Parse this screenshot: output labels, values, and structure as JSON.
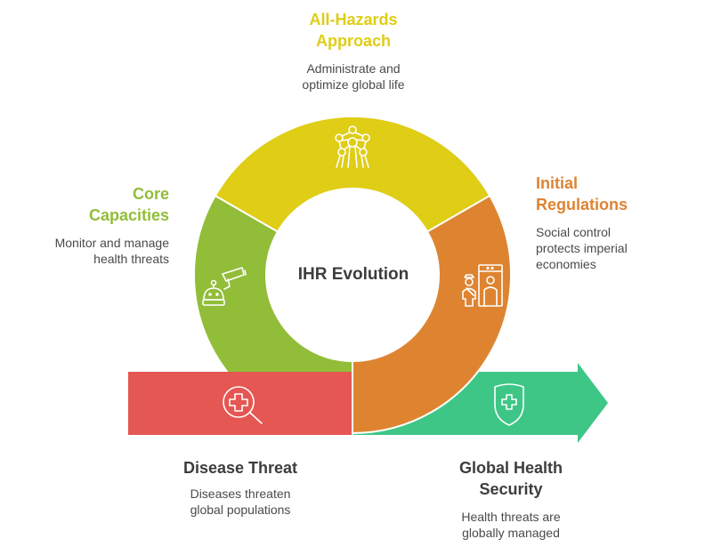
{
  "center": {
    "title": "IHR Evolution"
  },
  "stages": {
    "all_hazards": {
      "title_line1": "All-Hazards",
      "title_line2": "Approach",
      "desc_line1": "Administrate and",
      "desc_line2": "optimize global life",
      "color": "#dfcd16",
      "icon": "atomium-icon"
    },
    "core_capacities": {
      "title_line1": "Core",
      "title_line2": "Capacities",
      "desc_line1": "Monitor and manage",
      "desc_line2": "health threats",
      "color": "#92bd39",
      "icon": "robot-camera-icon"
    },
    "initial_regulations": {
      "title_line1": "Initial",
      "title_line2": "Regulations",
      "desc_line1": "Social control",
      "desc_line2": "protects imperial",
      "desc_line3": "economies",
      "color": "#de8431",
      "icon": "security-scanner-icon"
    },
    "disease_threat": {
      "title": "Disease Threat",
      "desc_line1": "Diseases threaten",
      "desc_line2": "global populations",
      "color": "#e55753",
      "icon": "medical-search-icon"
    },
    "global_health_security": {
      "title_line1": "Global Health",
      "title_line2": "Security",
      "desc_line1": "Health threats are",
      "desc_line2": "globally managed",
      "color": "#3ec687",
      "icon": "health-shield-icon"
    }
  },
  "text_color": "#3d3d3d"
}
